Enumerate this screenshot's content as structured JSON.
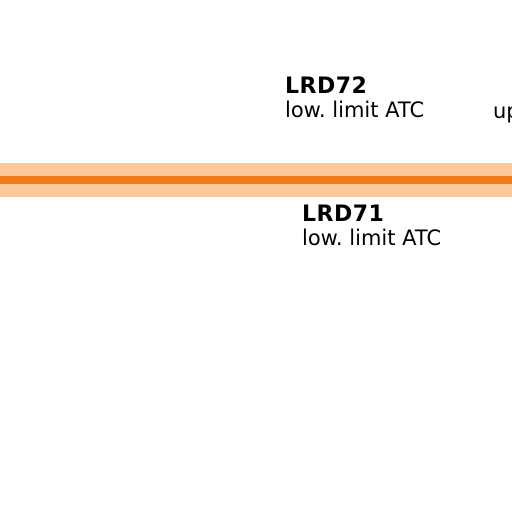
{
  "map": {
    "route_colors": {
      "band": "#fdc99a",
      "line": "#f07a1a"
    },
    "labels": [
      {
        "name": "LRD72",
        "description": "low. limit ATC"
      },
      {
        "name": "LRD71",
        "description": "low. limit ATC"
      }
    ],
    "clipped_text": "up"
  }
}
